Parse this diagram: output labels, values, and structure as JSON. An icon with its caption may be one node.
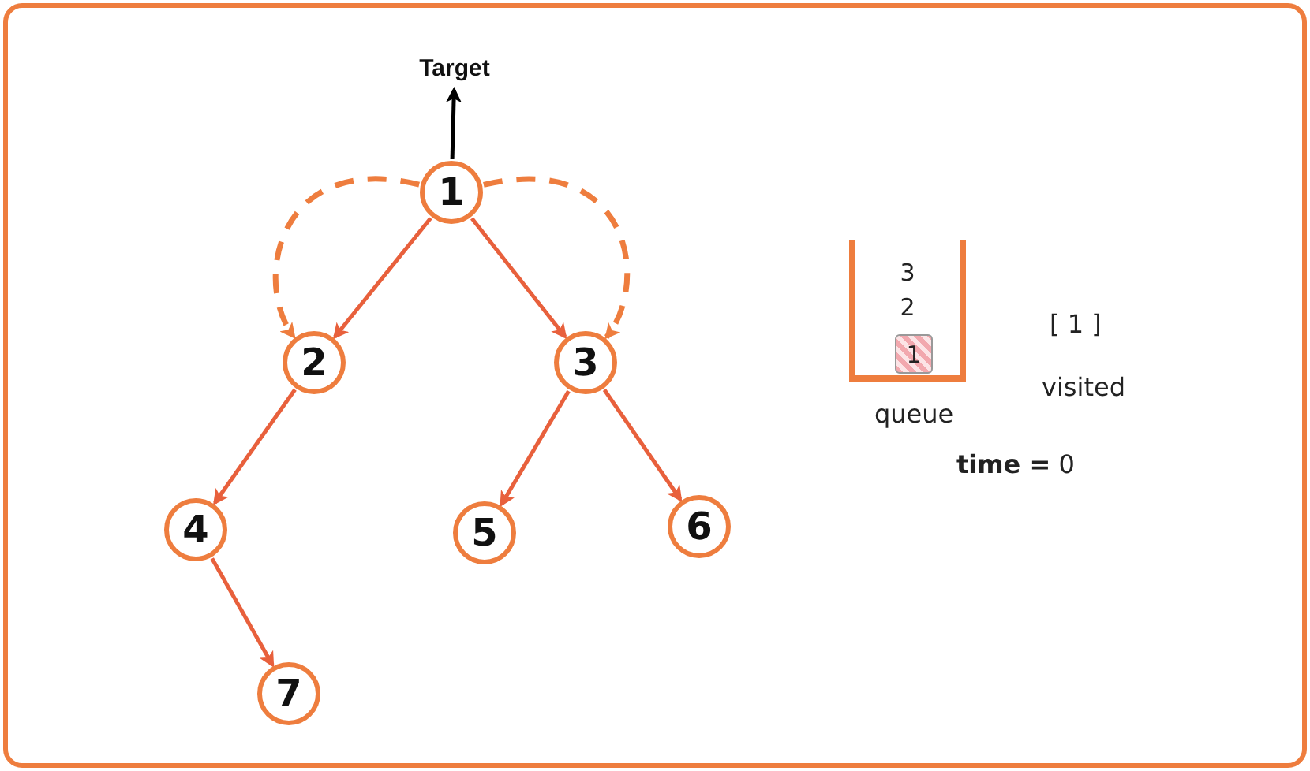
{
  "diagram": {
    "nodes": [
      {
        "text": [
          "Target"
        ]
      },
      {
        "text": [
          "1"
        ]
      },
      {
        "text": [
          "2"
        ]
      },
      {
        "text": [
          "3"
        ]
      },
      {
        "text": [
          "4"
        ]
      },
      {
        "text": [
          "5"
        ]
      },
      {
        "text": [
          "6"
        ]
      },
      {
        "text": [
          "7"
        ]
      },
      {
        "text": [
          "3",
          "2"
        ],
        "beside": [
          "queue"
        ]
      },
      {
        "text": [
          "1"
        ],
        "in": 8
      }
    ],
    "edges": [
      {
        "from": 1,
        "to": 0,
        "arrow": "to",
        "color": "#000000"
      },
      {
        "from": 1,
        "to": 2,
        "arrow": "to"
      },
      {
        "from": 1,
        "to": 3,
        "arrow": "to"
      },
      {
        "from": 2,
        "to": 4,
        "arrow": "to"
      },
      {
        "from": 3,
        "to": 5,
        "arrow": "to"
      },
      {
        "from": 3,
        "to": 6,
        "arrow": "to"
      },
      {
        "from": 4,
        "to": 7,
        "arrow": "to"
      },
      {
        "from": 1,
        "to": 2,
        "arrow": "to",
        "style": "dashed",
        "color": "#ee7d3e"
      },
      {
        "from": 1,
        "to": 3,
        "arrow": "to",
        "style": "dashed",
        "color": "#ee7d3e"
      }
    ],
    "labels": [
      "[ 1 ]",
      "visited",
      "**time =** 0"
    ]
  }
}
